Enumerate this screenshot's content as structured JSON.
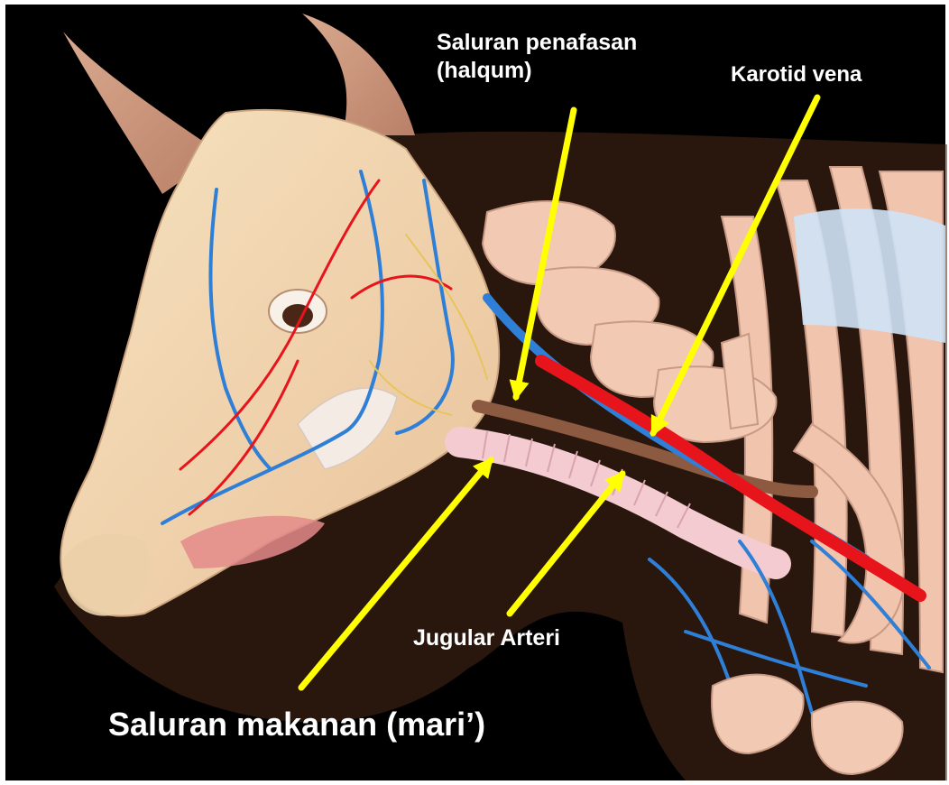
{
  "labels": {
    "trachea_line1": "Saluran penafasan",
    "trachea_line2": "(halqum)",
    "carotid": "Karotid  vena",
    "jugular": "Jugular Arteri",
    "esophagus": "Saluran makanan (mari’)"
  },
  "colors": {
    "background": "#000000",
    "arrow": "#ffff00",
    "label_text": "#ffffff",
    "artery": "#e8141c",
    "vein": "#2f7fd6",
    "bone": "#f2c9b3",
    "skin": "#f3d9b0"
  }
}
